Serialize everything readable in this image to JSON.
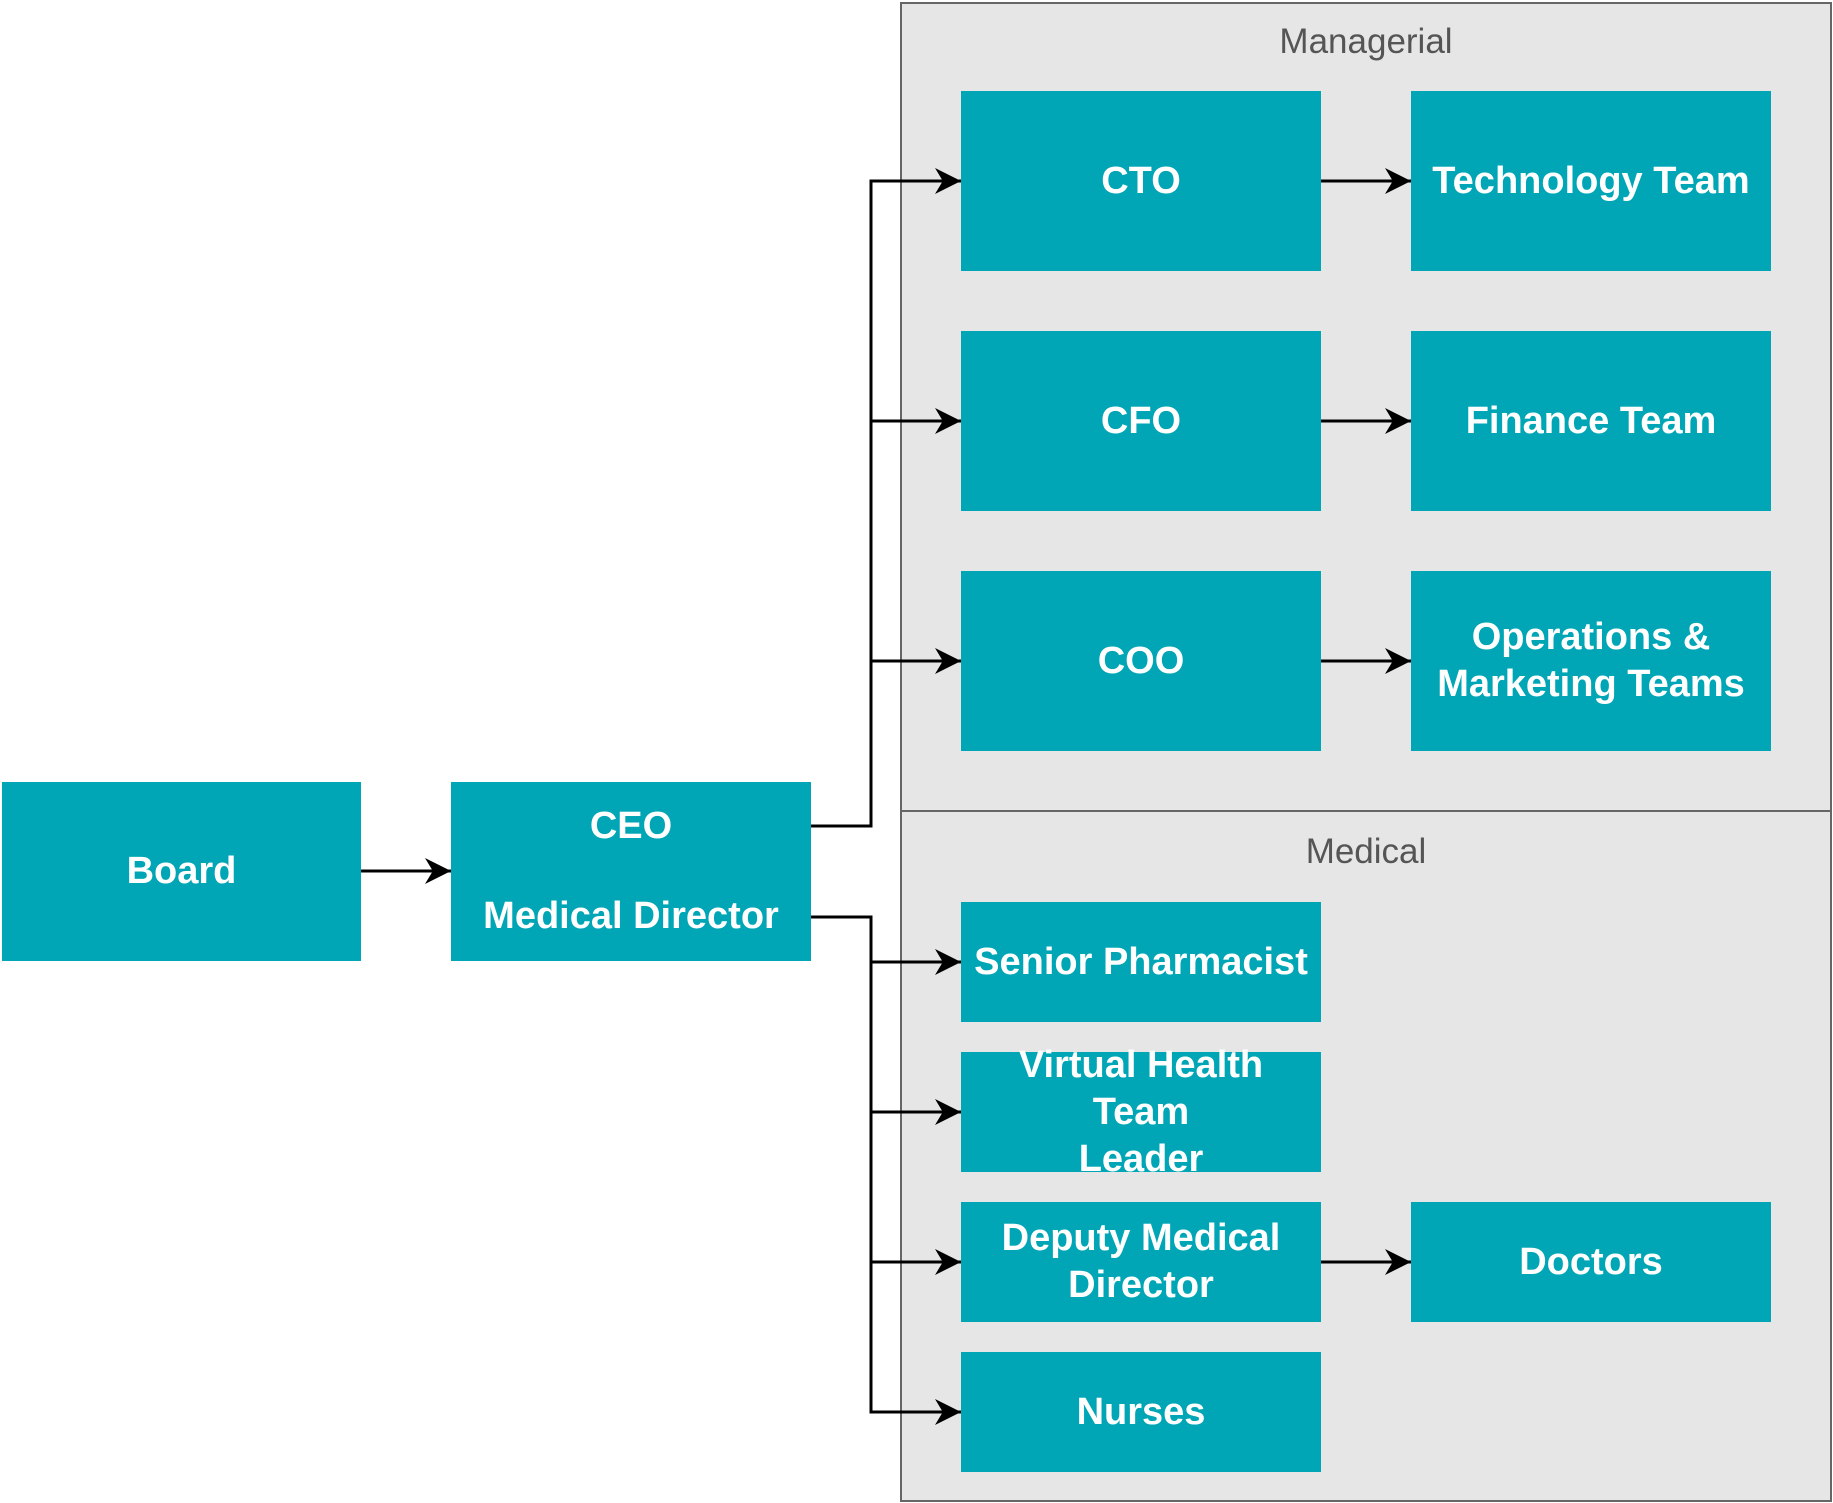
{
  "colors": {
    "node": "#00a6b5",
    "group": "#e6e6e6",
    "group_border": "#666666",
    "edge": "#000000",
    "node_text": "#ffffff",
    "group_text": "#555555"
  },
  "groups": {
    "managerial": {
      "label": "Managerial"
    },
    "medical": {
      "label": "Medical"
    }
  },
  "nodes": {
    "board": "Board",
    "ceo": "CEO",
    "medical_director": "Medical Director",
    "cto": "CTO",
    "technology_team": "Technology Team",
    "cfo": "CFO",
    "finance_team": "Finance Team",
    "coo": "COO",
    "operations_marketing": "Operations &\nMarketing Teams",
    "senior_pharmacist": "Senior Pharmacist",
    "virtual_health": "Virtual Health Team\nLeader",
    "deputy_medical_director": "Deputy Medical\nDirector",
    "doctors": "Doctors",
    "nurses": "Nurses"
  },
  "edges": [
    [
      "board",
      "ceo"
    ],
    [
      "ceo",
      "cto"
    ],
    [
      "ceo",
      "cfo"
    ],
    [
      "ceo",
      "coo"
    ],
    [
      "cto",
      "technology_team"
    ],
    [
      "cfo",
      "finance_team"
    ],
    [
      "coo",
      "operations_marketing"
    ],
    [
      "medical_director",
      "senior_pharmacist"
    ],
    [
      "medical_director",
      "virtual_health"
    ],
    [
      "medical_director",
      "deputy_medical_director"
    ],
    [
      "medical_director",
      "nurses"
    ],
    [
      "deputy_medical_director",
      "doctors"
    ]
  ]
}
